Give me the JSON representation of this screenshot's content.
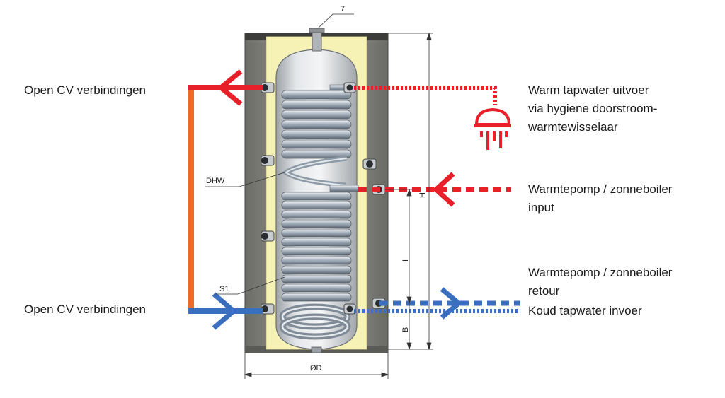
{
  "labels": {
    "open_cv_top": "Open CV verbindingen",
    "open_cv_bottom": "Open CV verbindingen",
    "warm_tap_1": "Warm tapwater uitvoer",
    "warm_tap_2": "via hygiene doorstroom-",
    "warm_tap_3": "warmtewisselaar",
    "wp_input_1": "Warmtepomp / zonneboiler",
    "wp_input_2": "input",
    "wp_retour_1": "Warmtepomp / zonneboiler",
    "wp_retour_2": "retour",
    "cold_tap": "Koud tapwater invoer"
  },
  "dimensions": {
    "top_marker": "7",
    "dhw": "DHW",
    "s1": "S1",
    "h": "H",
    "i": "I",
    "b": "B",
    "diameter": "ØD"
  },
  "colors": {
    "hot": "#e8202a",
    "cold": "#3a6fc0",
    "bypass": "#ef6b2a",
    "jacket": "#8e8e88",
    "insulation": "#f7f3b8",
    "tank": "#d4d7da",
    "coil": "#b8c4d0"
  }
}
